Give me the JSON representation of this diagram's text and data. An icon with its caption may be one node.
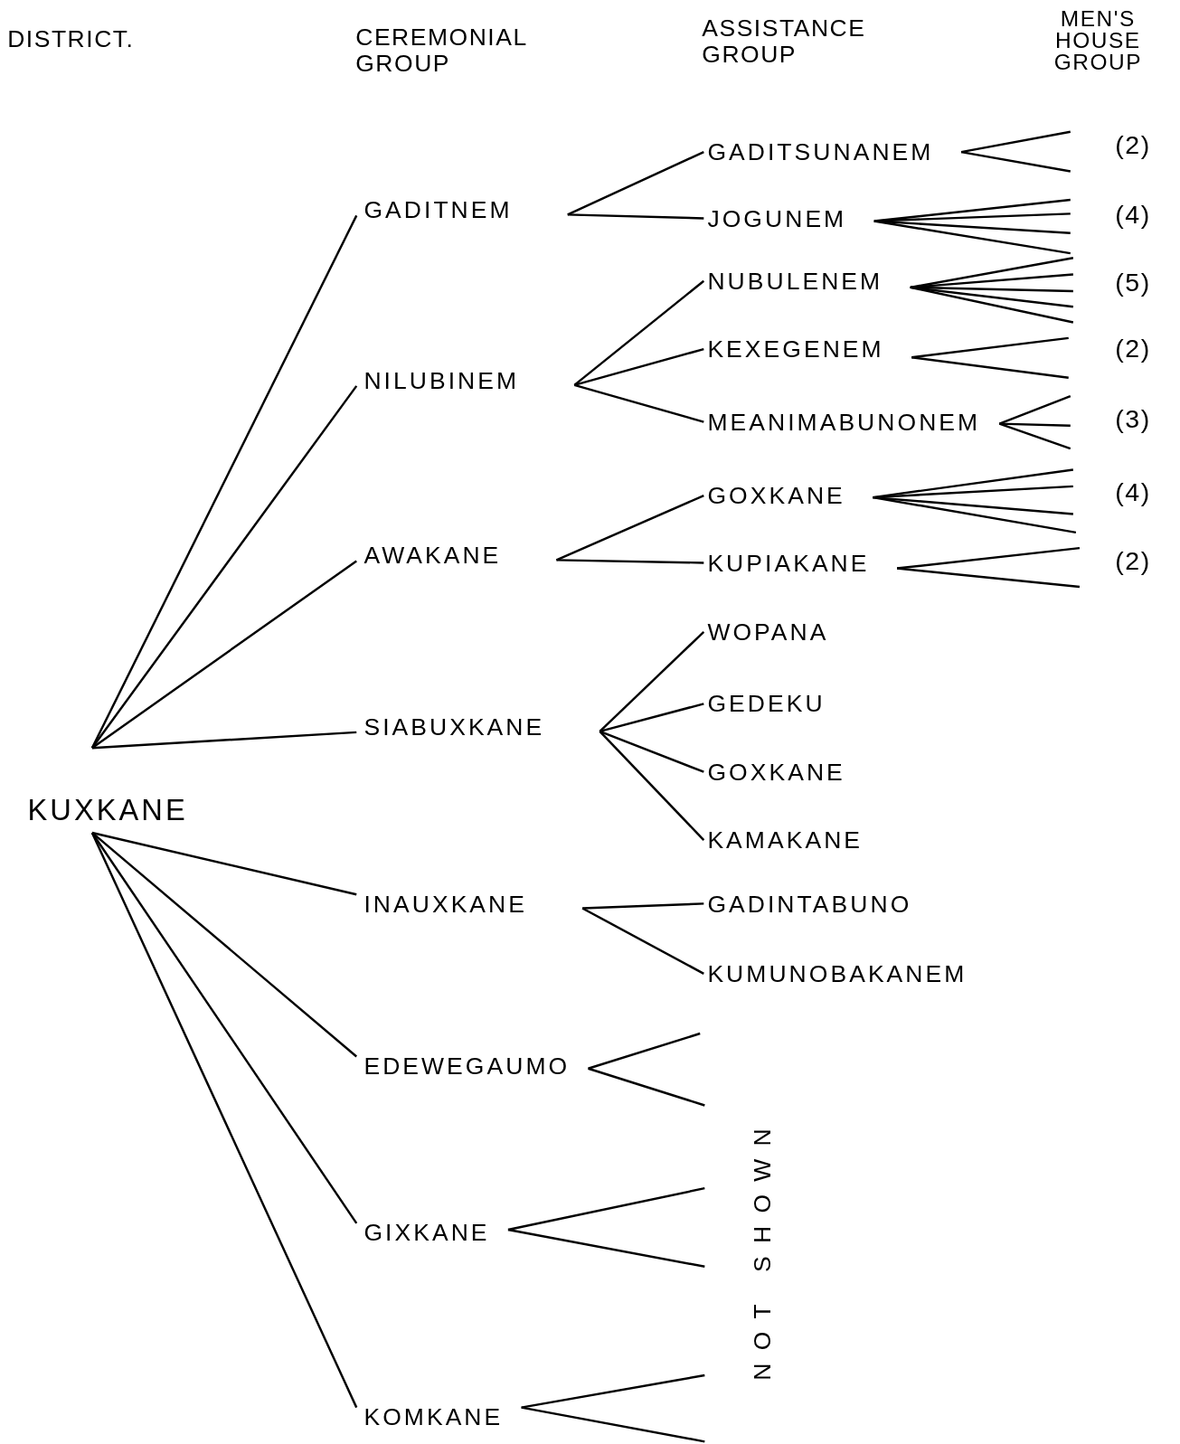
{
  "diagram": {
    "nodes": [
      {
        "text": [
          "KUXKANE"
        ]
      },
      {
        "text": [
          "GADITNEM"
        ]
      },
      {
        "text": [
          "NILUBINEM"
        ]
      },
      {
        "text": [
          "AWAKANE"
        ]
      },
      {
        "text": [
          "SIABUXKANE"
        ]
      },
      {
        "text": [
          "INAUXKANE"
        ]
      },
      {
        "text": [
          "EDEWEGAUMO"
        ]
      },
      {
        "text": [
          "GIXKANE"
        ]
      },
      {
        "text": [
          "KOMKANE"
        ]
      },
      {
        "text": [
          "GADITSUNANEM"
        ]
      },
      {
        "text": [
          "JOGUNEM"
        ]
      },
      {
        "text": [
          "NUBULENEM"
        ]
      },
      {
        "text": [
          "KEXEGENEM"
        ]
      },
      {
        "text": [
          "MEANIMABUNONEM"
        ]
      },
      {
        "text": [
          "GOXKANE"
        ]
      },
      {
        "text": [
          "KUPIAKANE"
        ]
      },
      {
        "text": [
          "WOPANA"
        ]
      },
      {
        "text": [
          "GEDEKU"
        ]
      },
      {
        "text": [
          "GOXKANE"
        ]
      },
      {
        "text": [
          "KAMAKANE"
        ]
      },
      {
        "text": [
          "GADINTABUNO"
        ]
      },
      {
        "text": [
          "KUMUNOBAKANEM"
        ]
      }
    ],
    "edges": [
      {
        "from": 0,
        "to": 1,
        "arrow": "none"
      },
      {
        "from": 0,
        "to": 2,
        "arrow": "none"
      },
      {
        "from": 0,
        "to": 3,
        "arrow": "none"
      },
      {
        "from": 0,
        "to": 4,
        "arrow": "none"
      },
      {
        "from": 0,
        "to": 5,
        "arrow": "none"
      },
      {
        "from": 0,
        "to": 6,
        "arrow": "none"
      },
      {
        "from": 0,
        "to": 7,
        "arrow": "none"
      },
      {
        "from": 0,
        "to": 8,
        "arrow": "none"
      },
      {
        "from": 1,
        "to": 9,
        "arrow": "none"
      },
      {
        "from": 1,
        "to": 10,
        "arrow": "none"
      },
      {
        "from": 2,
        "to": 11,
        "arrow": "none"
      },
      {
        "from": 2,
        "to": 12,
        "arrow": "none"
      },
      {
        "from": 2,
        "to": 13,
        "arrow": "none"
      },
      {
        "from": 3,
        "to": 14,
        "arrow": "none"
      },
      {
        "from": 3,
        "to": 15,
        "arrow": "none"
      },
      {
        "from": 4,
        "to": 16,
        "arrow": "none"
      },
      {
        "from": 4,
        "to": 17,
        "arrow": "none"
      },
      {
        "from": 4,
        "to": 18,
        "arrow": "none"
      },
      {
        "from": 4,
        "to": 19,
        "arrow": "none"
      },
      {
        "from": 5,
        "to": 20,
        "arrow": "none"
      },
      {
        "from": 5,
        "to": 21,
        "arrow": "none"
      },
      {
        "from": 9,
        "to": null,
        "arrow": "none"
      },
      {
        "from": 9,
        "to": null,
        "arrow": "none"
      },
      {
        "from": 10,
        "to": null,
        "arrow": "none"
      },
      {
        "from": 10,
        "to": null,
        "arrow": "none"
      },
      {
        "from": 10,
        "to": null,
        "arrow": "none"
      },
      {
        "from": 10,
        "to": null,
        "arrow": "none"
      },
      {
        "from": 11,
        "to": null,
        "arrow": "none"
      },
      {
        "from": 11,
        "to": null,
        "arrow": "none"
      },
      {
        "from": 11,
        "to": null,
        "arrow": "none"
      },
      {
        "from": 11,
        "to": null,
        "arrow": "none"
      },
      {
        "from": 11,
        "to": null,
        "arrow": "none"
      },
      {
        "from": 12,
        "to": null,
        "arrow": "none"
      },
      {
        "from": 12,
        "to": null,
        "arrow": "none"
      },
      {
        "from": 13,
        "to": null,
        "arrow": "none"
      },
      {
        "from": 13,
        "to": null,
        "arrow": "none"
      },
      {
        "from": 13,
        "to": null,
        "arrow": "none"
      },
      {
        "from": 14,
        "to": null,
        "arrow": "none"
      },
      {
        "from": 14,
        "to": null,
        "arrow": "none"
      },
      {
        "from": 14,
        "to": null,
        "arrow": "none"
      },
      {
        "from": 14,
        "to": null,
        "arrow": "none"
      },
      {
        "from": 15,
        "to": null,
        "arrow": "none"
      },
      {
        "from": 15,
        "to": null,
        "arrow": "none"
      },
      {
        "from": 6,
        "to": null,
        "arrow": "none"
      },
      {
        "from": 6,
        "to": null,
        "arrow": "none"
      },
      {
        "from": 7,
        "to": null,
        "arrow": "none"
      },
      {
        "from": 7,
        "to": null,
        "arrow": "none"
      },
      {
        "from": 8,
        "to": null,
        "arrow": "none"
      },
      {
        "from": 8,
        "to": null,
        "arrow": "none"
      }
    ],
    "labels": [
      "DISTRICT.",
      "CEREMONIAL GROUP",
      "ASSISTANCE GROUP",
      "MEN'S HOUSE GROUP",
      "(2)",
      "(4)",
      "(5)",
      "(2)",
      "(3)",
      "(4)",
      "(2)",
      "NOT SHOWN"
    ]
  }
}
